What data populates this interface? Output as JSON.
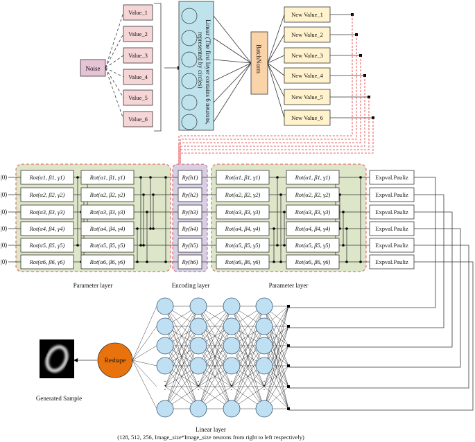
{
  "values": [
    "Value_1",
    "Value_2",
    "Value_3",
    "Value_4",
    "Value_5",
    "Value_6"
  ],
  "noise_label": "Noise",
  "linear_label_1": "Linear (The first layer contains 6 neurons,",
  "linear_label_2": "represented by circles)",
  "batchnorm_label": "BatchNorm",
  "new_values": [
    "New Value_1",
    "New Value_2",
    "New Value_3",
    "New Value_4",
    "New Value_5",
    "New Value_6"
  ],
  "qubit_label": "|0⟩",
  "encoding_gate": "R",
  "encoding_gate_sub": "y",
  "encoding_args": [
    "h",
    "h",
    "h",
    "h",
    "h",
    "h"
  ],
  "encoding_indices": [
    "1",
    "2",
    "3",
    "4",
    "5",
    "6"
  ],
  "rot_label": "Rot",
  "expval_label": "Expval.Pauliz",
  "param_layer_label": "Parameter layer",
  "encoding_layer_label": "Encoding layer",
  "reshape_label": "Reshape",
  "generated_label": "Generated Sample",
  "linear_layer_label": "Linear layer",
  "linear_layer_note": "(128, 512, 256, Image_size*Image_size neurons from right to left respectively)",
  "ellipsis": "·  ·  ·"
}
